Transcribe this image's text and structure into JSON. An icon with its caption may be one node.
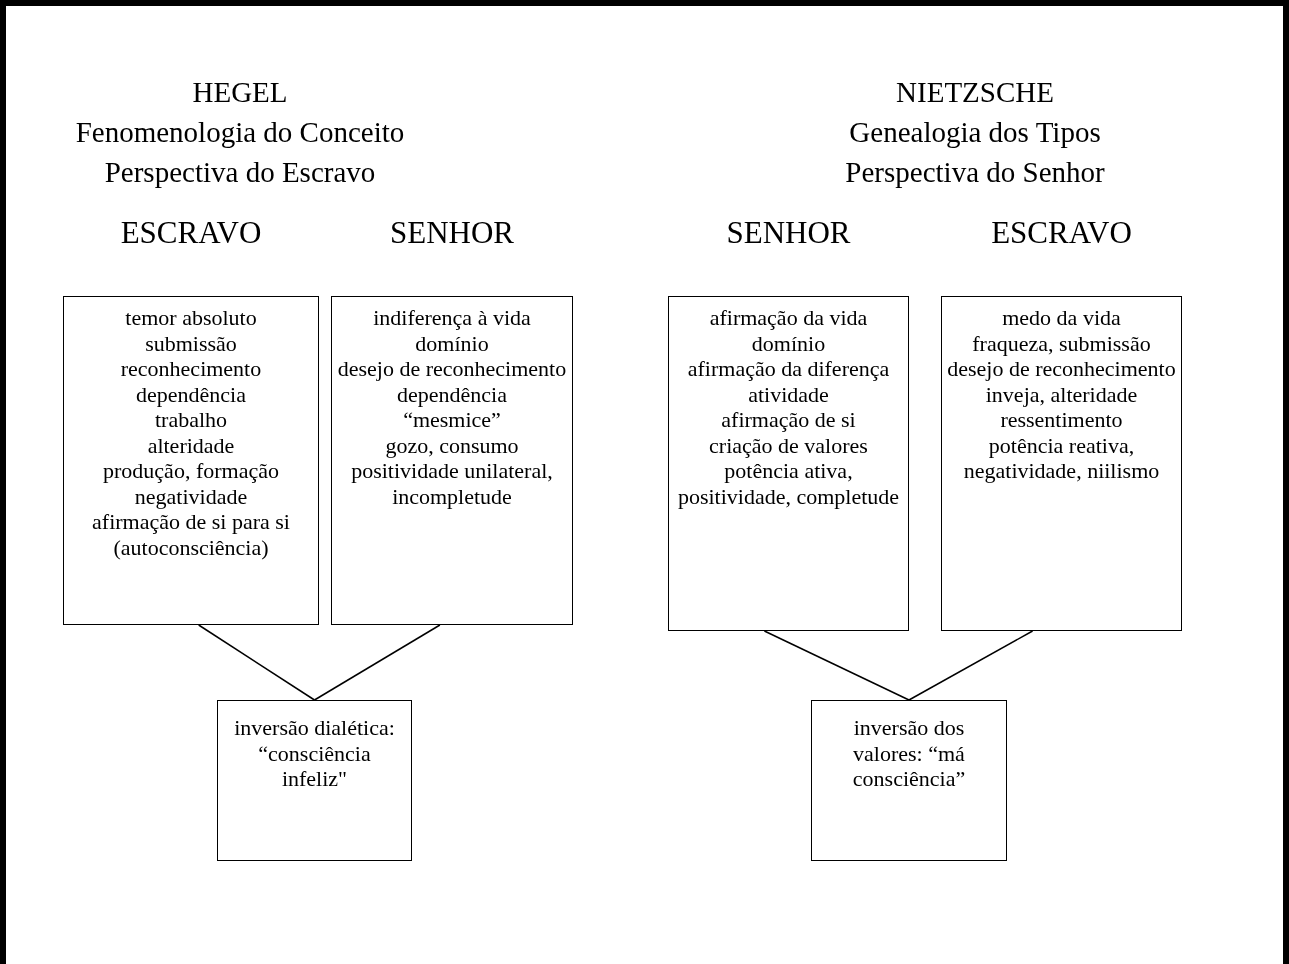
{
  "diagram": {
    "nodes": [
      {
        "text": [
          "ESCRAVO",
          "temor absoluto",
          "submissão",
          "reconhecimento",
          "dependência",
          "trabalho",
          "alteridade",
          "produção, formação",
          "negatividade",
          "afirmação de si para si (autoconsciência)"
        ]
      },
      {
        "text": [
          "SENHOR",
          "indiferença à vida",
          "domínio",
          "desejo de reconhecimento",
          "dependência",
          "“mesmice”",
          "gozo, consumo",
          "positividade unilateral, incompletude"
        ]
      },
      {
        "text": [
          "SENHOR",
          "afirmação da vida",
          "domínio",
          "afirmação da diferença",
          "atividade",
          "afirmação de si",
          "criação de valores",
          "potência ativa, positividade, completude"
        ]
      },
      {
        "text": [
          "ESCRAVO",
          "medo da vida",
          "fraqueza, submissão",
          "desejo de reconhecimento",
          "inveja, alteridade",
          "ressentimento",
          "potência reativa, negatividade, niilismo"
        ]
      },
      {
        "text": [
          "inversão dialética: “consciência infeliz\""
        ]
      },
      {
        "text": [
          "inversão dos valores: “má consciência”"
        ]
      }
    ],
    "edges": [
      {
        "from": 0,
        "to": 4,
        "arrow": "none"
      },
      {
        "from": 1,
        "to": 4,
        "arrow": "none"
      },
      {
        "from": 2,
        "to": 5,
        "arrow": "none"
      },
      {
        "from": 3,
        "to": 5,
        "arrow": "none"
      }
    ],
    "labels": [
      "HEGEL",
      "Fenomenologia do Conceito",
      "Perspectiva do Escravo",
      "NIETZSCHE",
      "Genealogia dos Tipos",
      "Perspectiva do Senhor"
    ]
  }
}
